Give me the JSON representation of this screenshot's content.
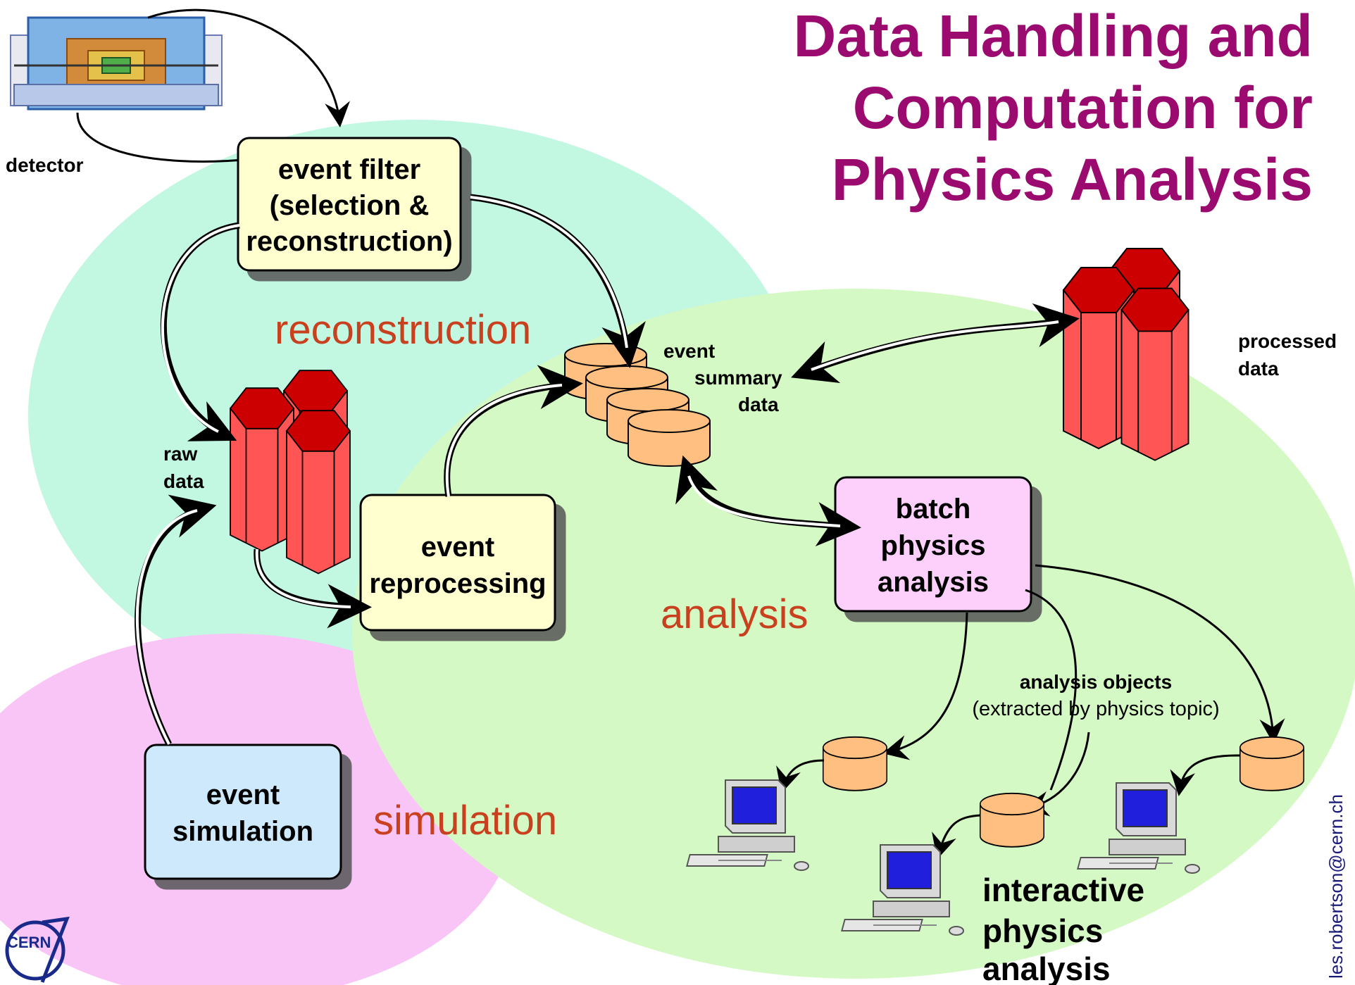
{
  "title": {
    "line1": "Data Handling and",
    "line2": "Computation for",
    "line3": "Physics Analysis"
  },
  "regions": {
    "reconstruction": "reconstruction",
    "analysis": "analysis",
    "simulation": "simulation"
  },
  "labels": {
    "detector": "detector",
    "raw_data_1": "raw",
    "raw_data_2": "data",
    "event_summary_1": "event",
    "event_summary_2": "summary",
    "event_summary_3": "data",
    "processed_1": "processed",
    "processed_2": "data",
    "analysis_objects": "analysis objects",
    "analysis_objects_note": "(extracted by physics topic)",
    "interactive_1": "interactive",
    "interactive_2": "physics",
    "interactive_3": "analysis",
    "cern_logo": "CERN",
    "credit": "les.robertson@cern.ch"
  },
  "boxes": {
    "event_filter": [
      "event filter",
      "(selection &",
      "reconstruction)"
    ],
    "event_reprocessing": [
      "event",
      "reprocessing"
    ],
    "batch_analysis": [
      "batch",
      "physics",
      "analysis"
    ],
    "event_simulation": [
      "event",
      "simulation"
    ]
  },
  "colors": {
    "title": "#9b0a6f",
    "region_text": "#c9401e",
    "reconstruction_bg": "#c2f7e2",
    "analysis_bg": "#d4f9c4",
    "simulation_bg": "#f9c4f6",
    "yellow_box": "#ffffd0",
    "pink_box": "#fcd0fb",
    "blue_box": "#cde9fb",
    "disk": "#ffbf80",
    "hex_top": "#cc0000",
    "hex_side": "#ff5555"
  },
  "icons": [
    "detector-image",
    "hexagonal-storage-icon",
    "disk-stack-icon",
    "computer-workstation-icon",
    "cern-logo"
  ]
}
